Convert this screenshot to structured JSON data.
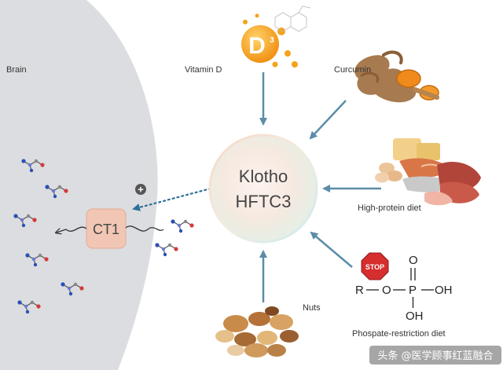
{
  "labels": {
    "brain": "Brain",
    "vitamin_d": "Vitamin D",
    "curcumin": "Curcumin",
    "high_protein": "High-protein diet",
    "nuts": "Nuts",
    "phosphate": "Phospate-restriction diet",
    "center_line1": "Klotho",
    "center_line2": "HFTC3",
    "ct1": "CT1",
    "plus": "+",
    "d_badge": "D",
    "d_superscript": "3",
    "stop": "STOP",
    "chem_r": "R",
    "chem_o1": "O",
    "chem_p": "P",
    "chem_o_top": "O",
    "chem_oh_right": "OH",
    "chem_oh_bottom": "OH",
    "watermark": "头条 @医学顾事红蓝融合"
  },
  "colors": {
    "arrow": "#5b8da8",
    "dotted_arrow": "#2f6f9a",
    "brain_fill": "#dcdde1",
    "ct1_fill": "#f2c6b4",
    "vitamin_orange": "#f5a21a",
    "stop_red": "#d62d2d",
    "molecule_blue": "#2a4fb8",
    "molecule_red": "#d43a3a"
  }
}
